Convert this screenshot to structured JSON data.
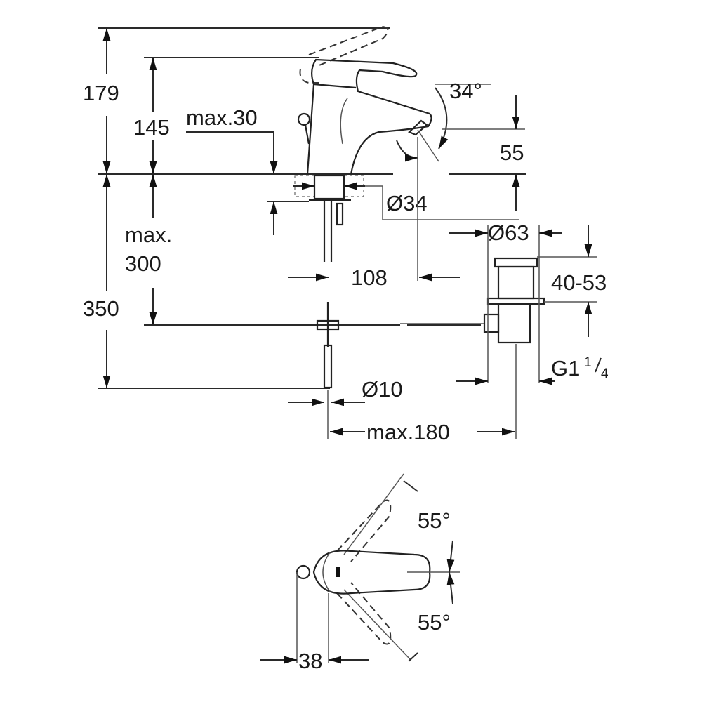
{
  "dimensions": {
    "height_total": "179",
    "height_spout": "145",
    "deck_thickness": "max.30",
    "spout_angle": "34°",
    "spout_outlet_height": "55",
    "hole_diameter": "Ø34",
    "waste_diameter": "Ø63",
    "max_depth_line1": "max.",
    "max_depth_line2": "300",
    "spout_reach": "108",
    "waste_height": "40-53",
    "depth_total": "350",
    "thread_main": "G1",
    "thread_num": "1",
    "thread_den": "4",
    "rod_diameter": "Ø10",
    "rod_reach": "max.180",
    "lever_angle_up": "55°",
    "lever_angle_down": "55°",
    "lever_offset": "38"
  }
}
